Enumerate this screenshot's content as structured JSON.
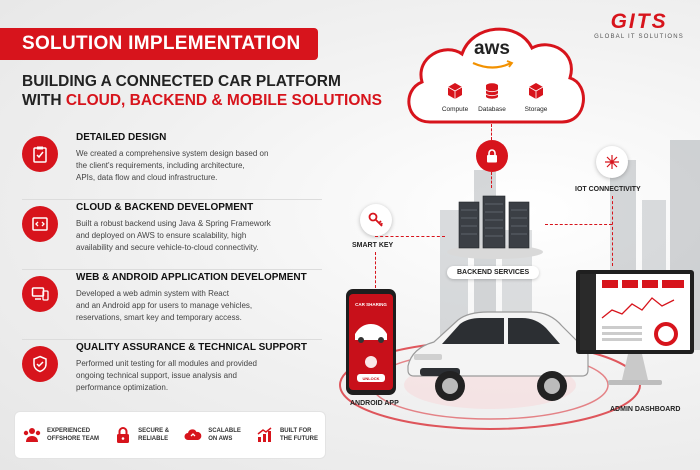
{
  "header": {
    "badge": "SOLUTION IMPLEMENTATION",
    "logo_main": "GITS",
    "logo_sub": "GLOBAL IT SOLUTIONS",
    "headline_line1": "BUILDING A CONNECTED CAR PLATFORM",
    "headline_line2_prefix": "WITH ",
    "headline_line2_highlight": "CLOUD, BACKEND & MOBILE SOLUTIONS"
  },
  "sections": [
    {
      "icon": "clipboard-icon",
      "title": "DETAILED DESIGN",
      "desc": [
        "We created a comprehensive system design based on",
        "the client's requirements, including architecture,",
        "APIs, data flow and cloud infrastructure."
      ]
    },
    {
      "icon": "code-window-icon",
      "title": "CLOUD & BACKEND DEVELOPMENT",
      "desc": [
        "Built a robust backend using Java & Spring Framework",
        "and deployed on AWS to ensure scalability, high",
        "availability and secure vehicle-to-cloud connectivity."
      ]
    },
    {
      "icon": "devices-icon",
      "title": "WEB & ANDROID APPLICATION DEVELOPMENT",
      "desc": [
        "Developed a web admin system with React",
        "and an Android app for users to manage vehicles,",
        "reservations, smart key and temporary access."
      ]
    },
    {
      "icon": "shield-check-icon",
      "title": "QUALITY ASSURANCE & TECHNICAL SUPPORT",
      "desc": [
        "Performed unit testing for all modules and provided",
        "ongoing technical support, issue analysis and",
        "performance optimization."
      ]
    }
  ],
  "features": [
    {
      "icon": "team-icon",
      "line1": "EXPERIENCED",
      "line2": "OFFSHORE TEAM"
    },
    {
      "icon": "lock-icon",
      "line1": "SECURE &",
      "line2": "RELIABLE"
    },
    {
      "icon": "cloud-icon",
      "line1": "SCALABLE",
      "line2": "ON AWS"
    },
    {
      "icon": "growth-chart-icon",
      "line1": "BUILT FOR",
      "line2": "THE FUTURE"
    }
  ],
  "diagram": {
    "aws": "aws",
    "services": [
      "Compute",
      "Database",
      "Storage"
    ],
    "backend": "BACKEND SERVICES",
    "iot": "IOT CONNECTIVITY",
    "smart_key": "SMART KEY",
    "android": "ANDROID APP",
    "admin": "ADMIN DASHBOARD",
    "phone_header": "CAR SHARING",
    "phone_button": "UNLOCK"
  },
  "colors": {
    "accent": "#d7141c"
  }
}
